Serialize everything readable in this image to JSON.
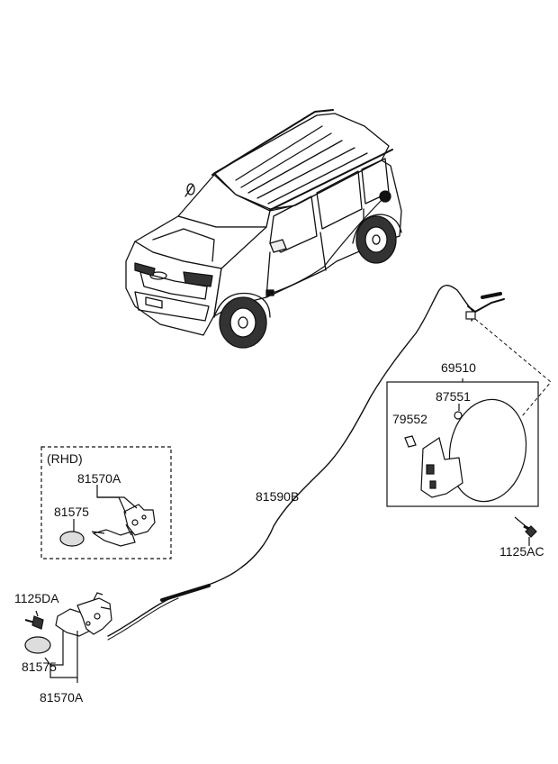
{
  "labels": {
    "rhd": "(RHD)",
    "p81570a_rhd": "81570A",
    "p81575_rhd": "81575",
    "p81590b": "81590B",
    "p69510": "69510",
    "p87551": "87551",
    "p79552": "79552",
    "p1125ac": "1125AC",
    "p1125da": "1125DA",
    "p81575": "81575",
    "p81570a": "81570A"
  }
}
